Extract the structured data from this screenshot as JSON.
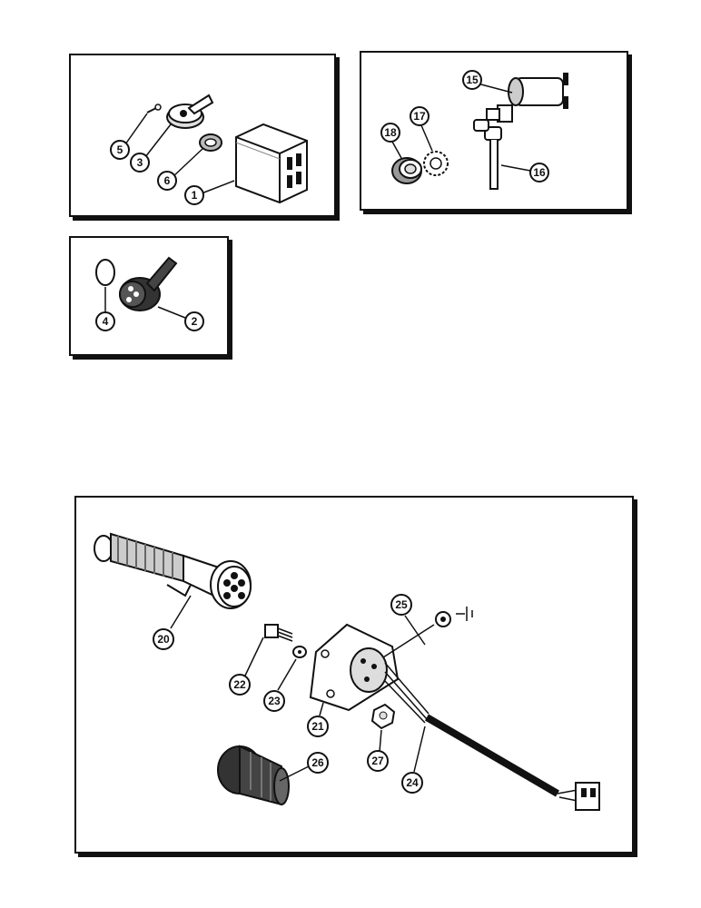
{
  "panels": {
    "switch_relay": {
      "callouts": [
        "5",
        "3",
        "6",
        "1"
      ]
    },
    "ignition": {
      "callouts": [
        "15",
        "18",
        "17",
        "16"
      ]
    },
    "toggle": {
      "callouts": [
        "4",
        "2"
      ]
    },
    "trailer": {
      "callouts": [
        "20",
        "25",
        "22",
        "23",
        "21",
        "27",
        "26",
        "24"
      ]
    }
  }
}
